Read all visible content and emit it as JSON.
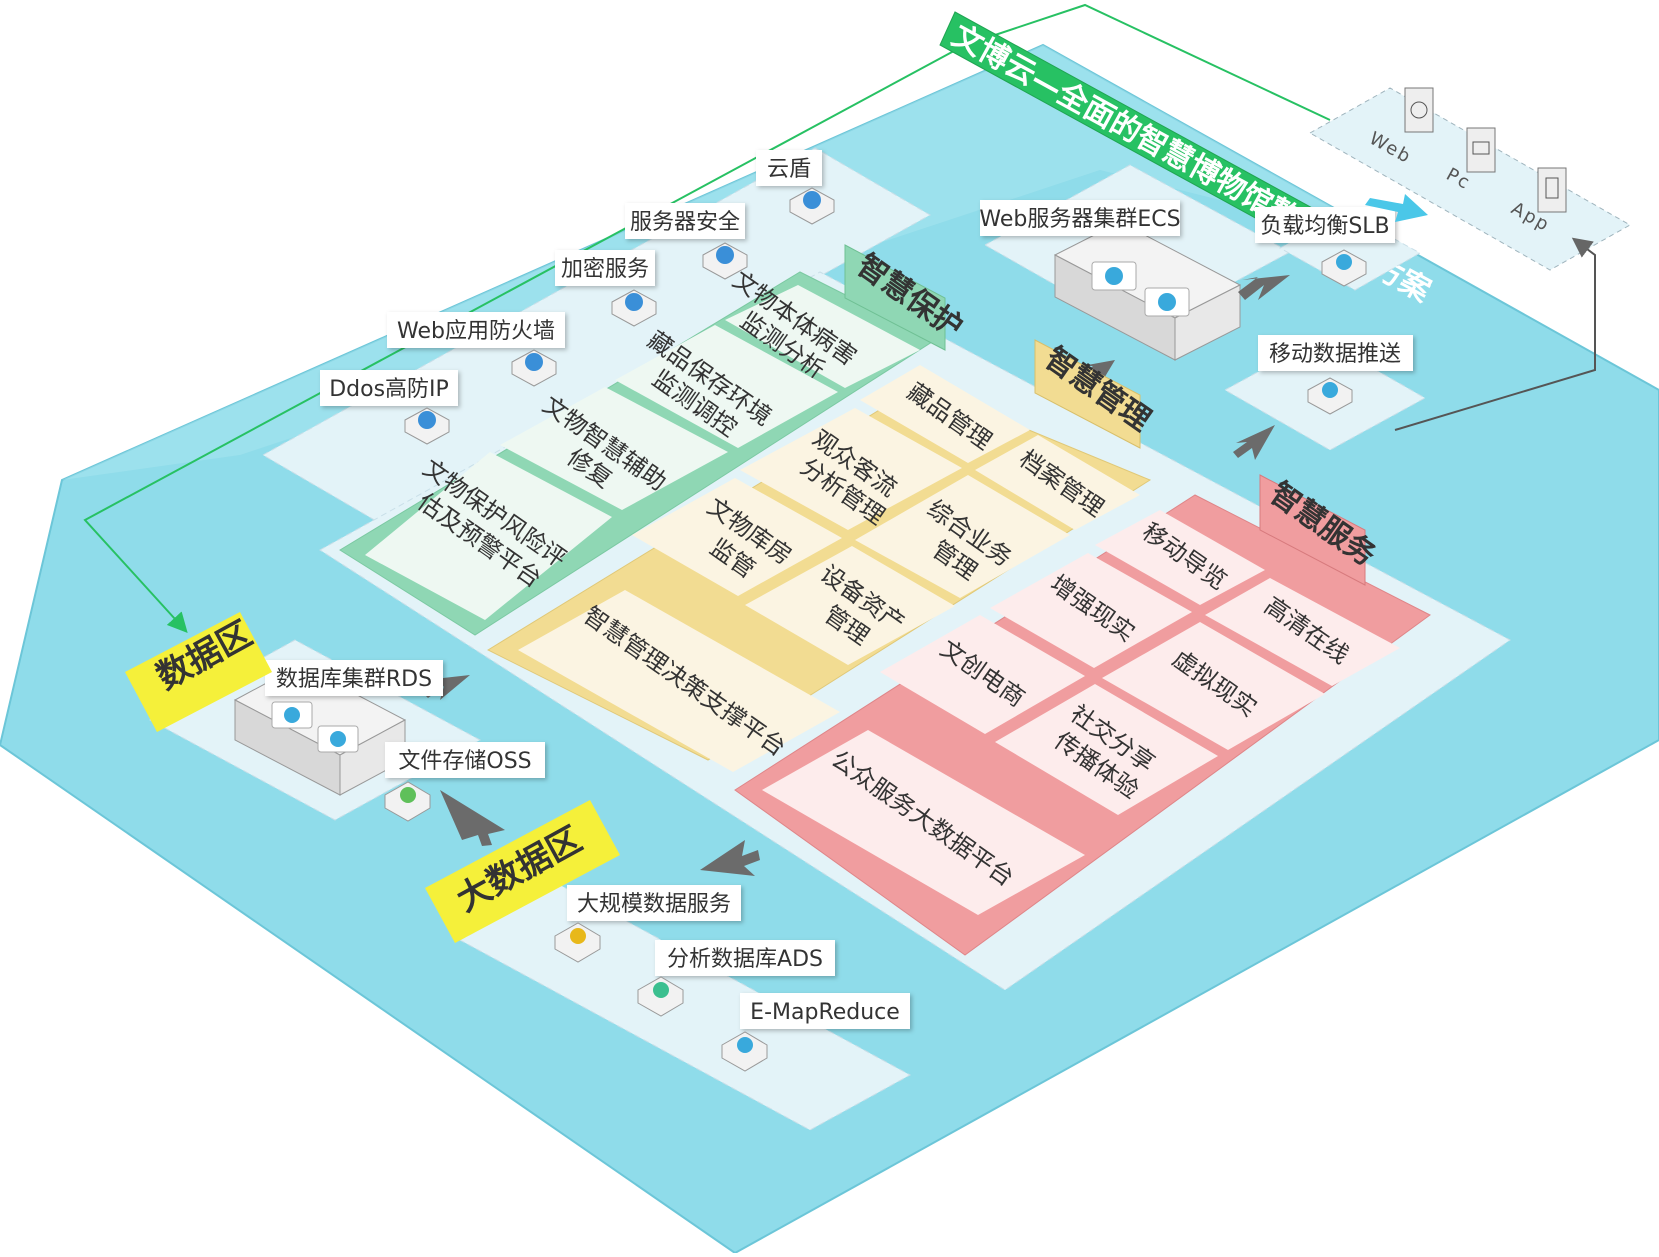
{
  "title": "文博云—全面的智慧博物馆整体解决方案",
  "clients": [
    "Web",
    "Pc",
    "App"
  ],
  "security": {
    "items": [
      "云盾",
      "服务器安全",
      "加密服务",
      "Web应用防火墙",
      "Ddos高防IP"
    ]
  },
  "web_cluster": "Web服务器集群ECS",
  "slb": "负载均衡SLB",
  "mobile_push": "移动数据推送",
  "protection": {
    "header": "智慧保护",
    "tiles": [
      [
        "文物本体病害",
        "监测分析"
      ],
      [
        "藏品保存环境",
        "监测调控"
      ],
      [
        "文物智慧辅助",
        "修复"
      ],
      [
        "文物保护风险评",
        "估及预警平台"
      ]
    ]
  },
  "management": {
    "header": "智慧管理",
    "tiles": [
      [
        "藏品管理"
      ],
      [
        "档案管理"
      ],
      [
        "观众客流",
        "分析管理"
      ],
      [
        "综合业务",
        "管理"
      ],
      [
        "文物库房",
        "监管"
      ],
      [
        "设备资产",
        "管理"
      ],
      [
        "智慧管理决策支撑平台"
      ]
    ]
  },
  "service": {
    "header": "智慧服务",
    "tiles": [
      [
        "移动导览"
      ],
      [
        "高清在线"
      ],
      [
        "增强现实"
      ],
      [
        "虚拟现实"
      ],
      [
        "文创电商"
      ],
      [
        "社交分享",
        "传播体验"
      ],
      [
        "公众服务大数据平台"
      ]
    ]
  },
  "data_zone": {
    "tag": "数据区",
    "rds": "数据库集群RDS",
    "oss": "文件存储OSS"
  },
  "bigdata_zone": {
    "tag": "大数据区",
    "items": [
      "大规模数据服务",
      "分析数据库ADS",
      "E-MapReduce"
    ]
  },
  "colors": {
    "base": "#8fdcea",
    "panel": "#e3f3f8",
    "protection": "#8fd7b4",
    "management": "#f2dc92",
    "service": "#f09d9f",
    "title": "#27c163",
    "tag": "#f5f03a"
  }
}
